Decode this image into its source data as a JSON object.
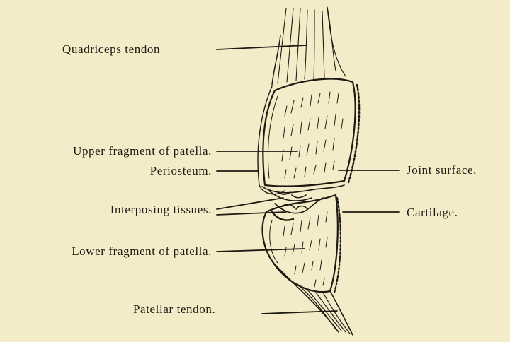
{
  "labels": {
    "quadriceps_tendon": "Quadriceps tendon",
    "upper_fragment": "Upper fragment of patella.",
    "periosteum": "Periosteum.",
    "interposing_tissues": "Interposing tissues.",
    "lower_fragment": "Lower fragment of patella.",
    "patellar_tendon": "Patellar tendon.",
    "joint_surface": "Joint surface.",
    "cartilage": "Cartilage."
  },
  "colors": {
    "paper": "#f4ebc8",
    "ink": "#1e1a12"
  }
}
